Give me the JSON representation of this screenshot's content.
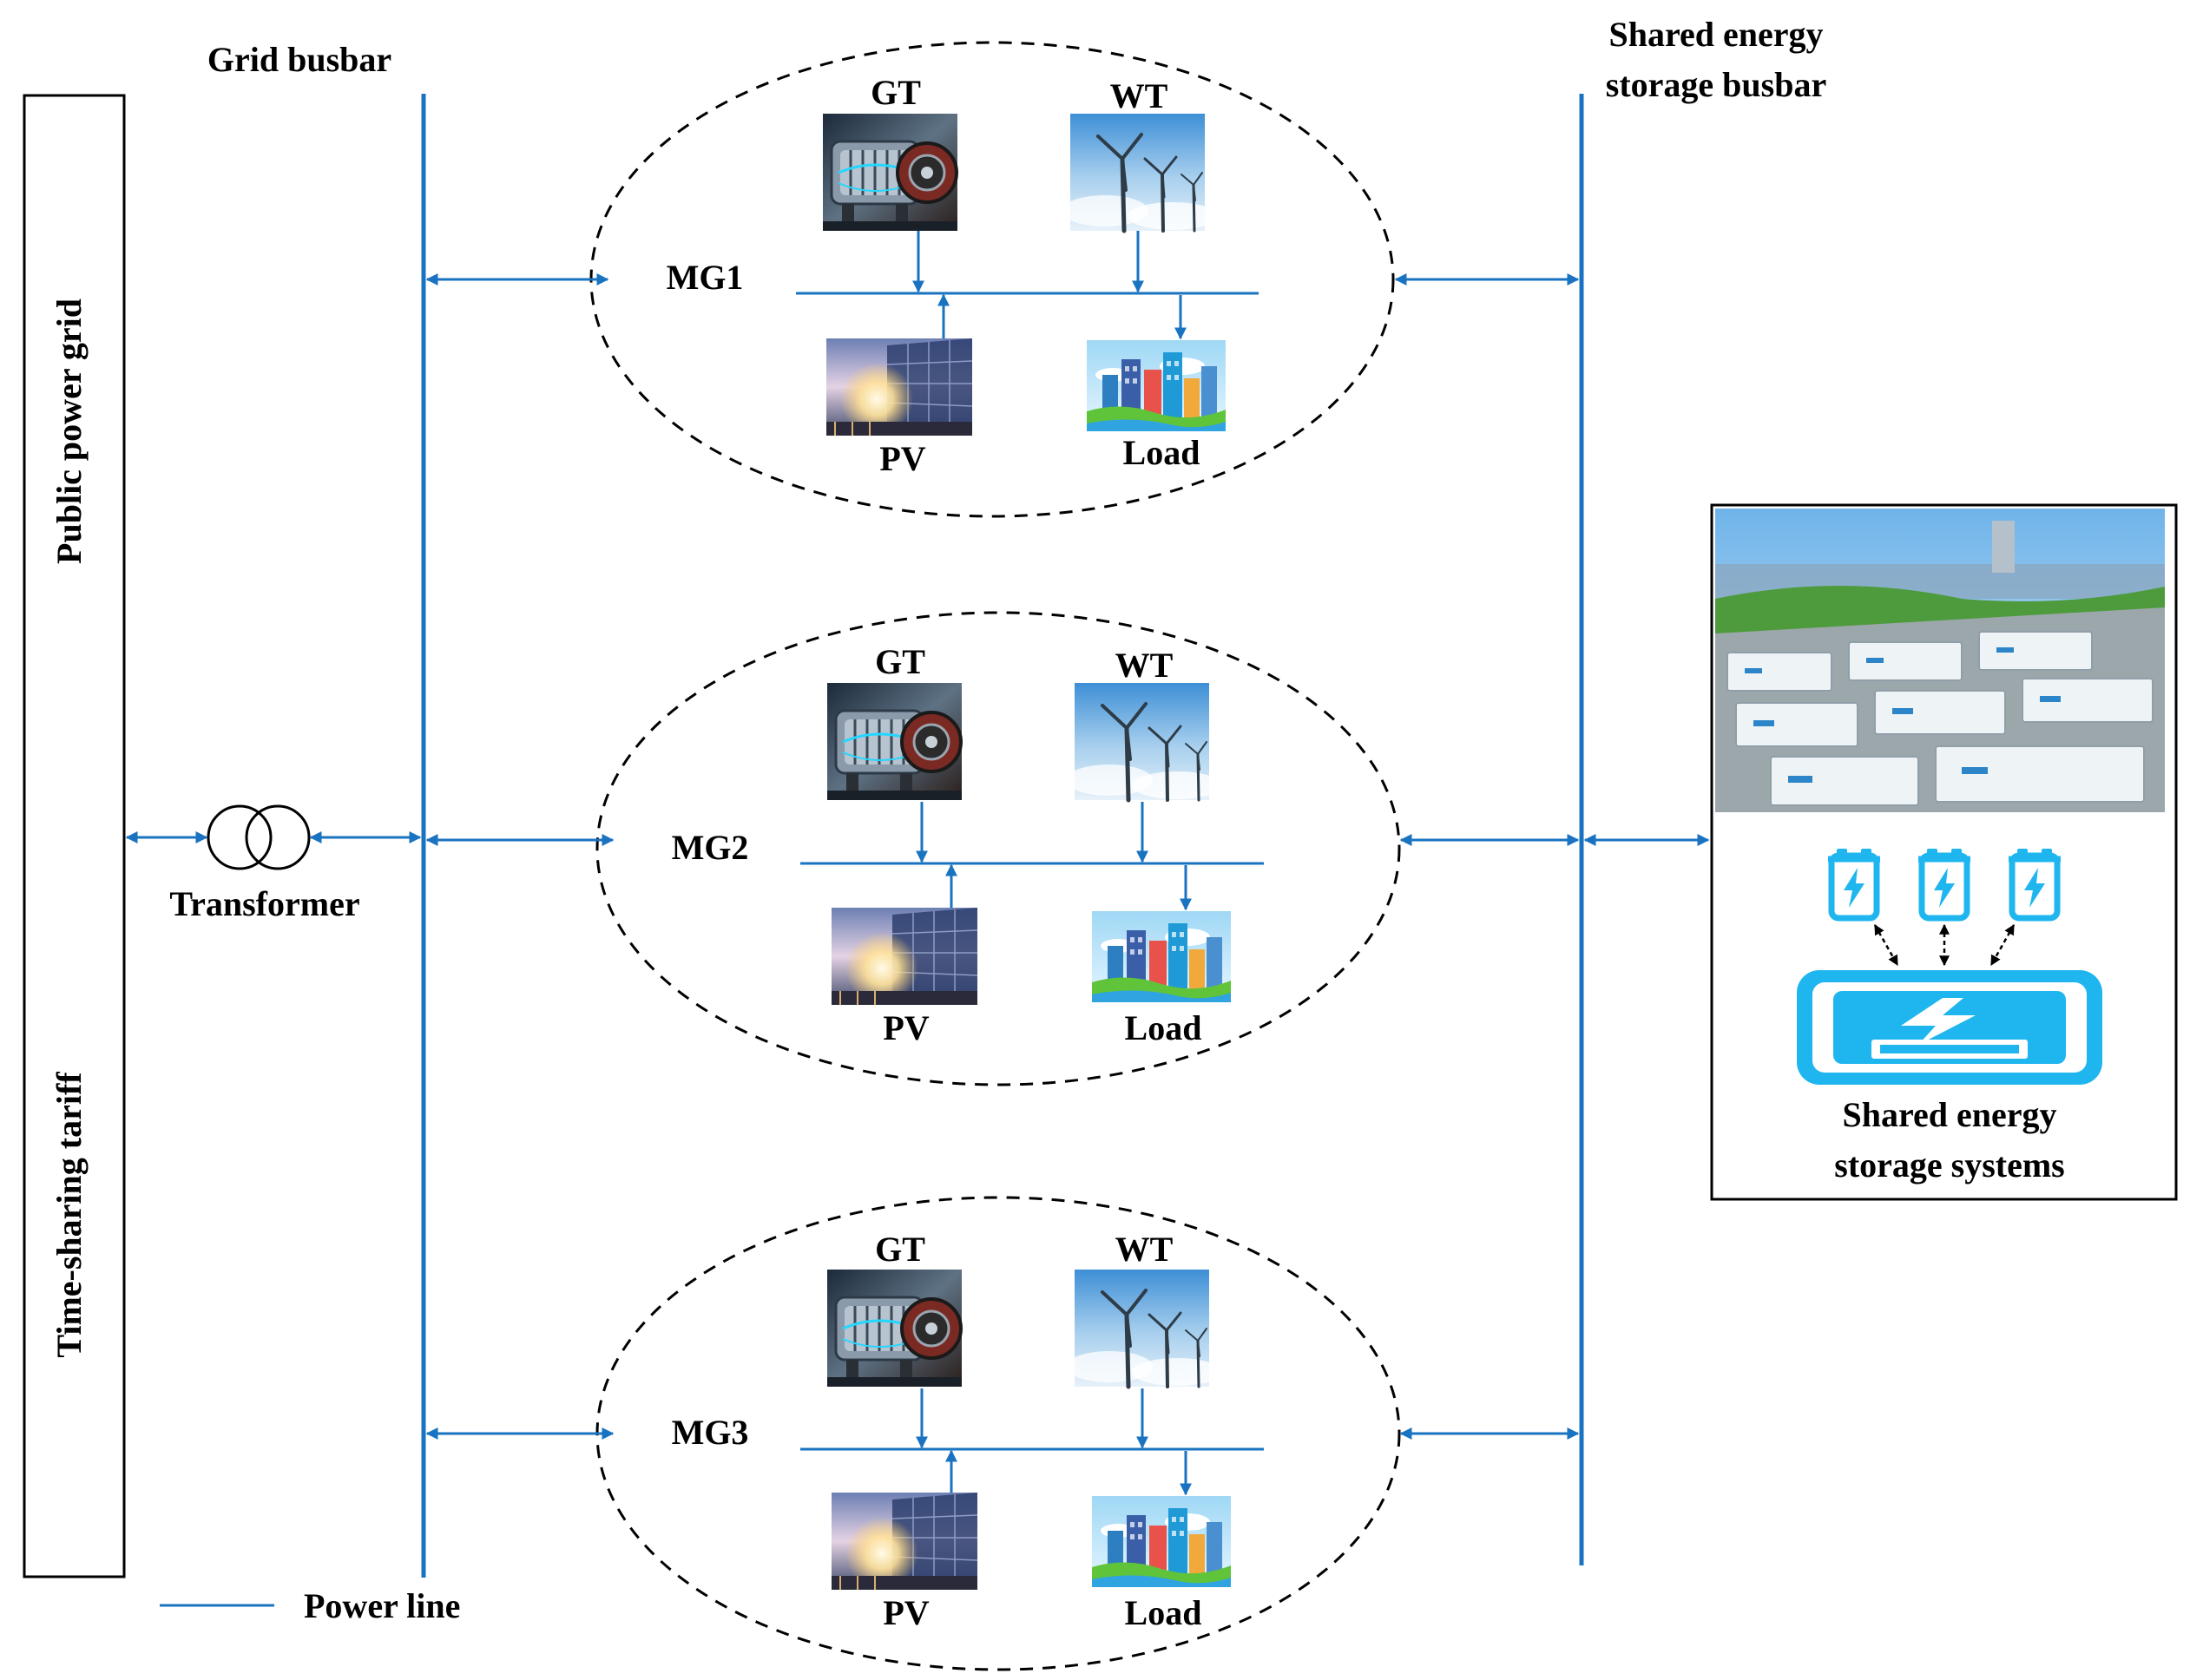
{
  "labels": {
    "grid_busbar": "Grid busbar",
    "shared_busbar_line1": "Shared energy",
    "shared_busbar_line2": "storage busbar",
    "public_power_grid": "Public power grid",
    "time_sharing_tariff": "Time-sharing tariff",
    "transformer": "Transformer",
    "legend_power_line": "Power line",
    "ess_line1": "Shared energy",
    "ess_line2": "storage systems"
  },
  "microgrids": [
    {
      "name": "MG1",
      "gt": "GT",
      "wt": "WT",
      "pv": "PV",
      "load": "Load"
    },
    {
      "name": "MG2",
      "gt": "GT",
      "wt": "WT",
      "pv": "PV",
      "load": "Load"
    },
    {
      "name": "MG3",
      "gt": "GT",
      "wt": "WT",
      "pv": "PV",
      "load": "Load"
    }
  ],
  "colors": {
    "power_line": "#1a73c0",
    "battery": "#1fb6ef",
    "sky": "#5fa8e0",
    "text": "#000000"
  },
  "icons": {
    "gt": "gas-turbine-icon",
    "wt": "wind-turbine-icon",
    "pv": "solar-panel-icon",
    "load": "city-load-icon",
    "battery": "battery-icon",
    "storage": "energy-storage-icon"
  }
}
